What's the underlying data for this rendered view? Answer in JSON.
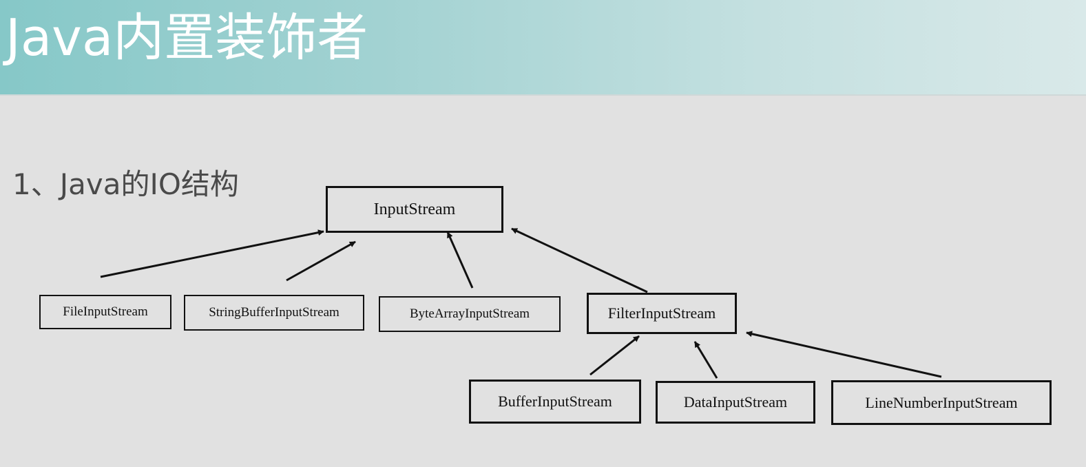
{
  "slide": {
    "title": "Java内置装饰者",
    "subtitle": "1、Java的IO结构"
  },
  "diagram": {
    "root": {
      "label": "InputStream"
    },
    "level1": [
      {
        "label": "FileInputStream"
      },
      {
        "label": "StringBufferInputStream"
      },
      {
        "label": "ByteArrayInputStream"
      },
      {
        "label": "FilterInputStream"
      }
    ],
    "level2": [
      {
        "label": "BufferInputStream"
      },
      {
        "label": "DataInputStream"
      },
      {
        "label": "LineNumberInputStream"
      }
    ],
    "edges": [
      {
        "from": "FileInputStream",
        "to": "InputStream"
      },
      {
        "from": "StringBufferInputStream",
        "to": "InputStream"
      },
      {
        "from": "ByteArrayInputStream",
        "to": "InputStream"
      },
      {
        "from": "FilterInputStream",
        "to": "InputStream"
      },
      {
        "from": "BufferInputStream",
        "to": "FilterInputStream"
      },
      {
        "from": "DataInputStream",
        "to": "FilterInputStream"
      },
      {
        "from": "LineNumberInputStream",
        "to": "FilterInputStream"
      }
    ]
  }
}
